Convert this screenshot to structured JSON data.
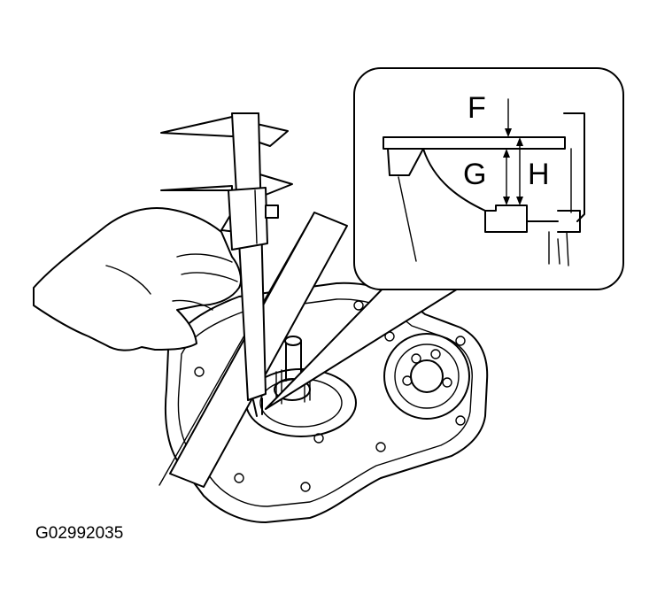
{
  "labels": {
    "f": "F",
    "g": "G",
    "h": "H"
  },
  "figure_code": "G02992035"
}
